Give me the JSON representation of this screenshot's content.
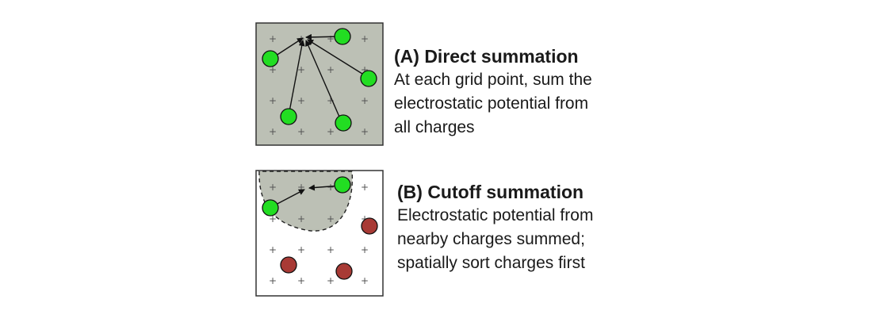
{
  "panel_a": {
    "title": "(A) Direct summation",
    "description": [
      "At each grid point, sum the",
      "electrostatic potential from",
      "all charges"
    ],
    "background_color": "#bcc0b5",
    "charge_color": "#22dd22"
  },
  "panel_b": {
    "title": "(B) Cutoff summation",
    "description": [
      "Electrostatic potential from",
      "nearby charges summed;",
      "spatially sort charges first"
    ],
    "cutoff_region_color": "#bcc0b5",
    "near_charge_color": "#22dd22",
    "far_charge_color": "#a83a35"
  },
  "icons": {
    "grid_point": "plus-icon",
    "charge": "circle-icon"
  }
}
